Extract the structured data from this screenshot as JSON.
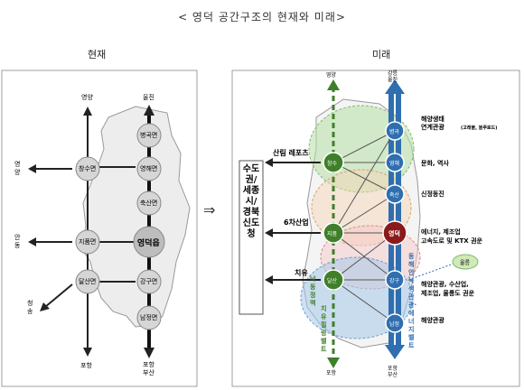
{
  "title": "< 영덕 공간구조의 현재와 미래>",
  "present": {
    "label": "현재",
    "nodes": {
      "byeonggok": "병곡면",
      "changsu": "창수면",
      "yeonghae": "영해면",
      "chuksan": "축산면",
      "jipum": "지품면",
      "yeongdeok": "영덕읍",
      "dalsan": "달산면",
      "ganggu": "강구면",
      "namjeong": "남정면"
    },
    "ends": {
      "yeongyang": "영양",
      "uljin": "울진",
      "yeongyang_w": "영\n양",
      "andong": "안\n동",
      "cheongsong": "청\n송",
      "pohang_l": "포항",
      "pohang_r": "포항\n부산"
    }
  },
  "arrow_mid": "⇒",
  "future": {
    "label": "미래",
    "vertical_box": "수도권/세종시/경북신도청",
    "top_labels": {
      "left": "영양",
      "right": "강릉\n울진"
    },
    "bottom_labels": {
      "left": "포항",
      "right": "포항\n부산"
    },
    "nodes": {
      "byeonggok": "병곡",
      "changsu": "창수",
      "yeonghae": "영해",
      "chuksan": "축산",
      "jipum": "지품",
      "yeongdeok": "영덕",
      "dalsan": "달산",
      "ganggu": "강구",
      "namjeong": "남정"
    },
    "left_labels": {
      "forest": "산림 레포츠",
      "sixth": "6차산업",
      "healing": "치유"
    },
    "lake": "낙동정맥",
    "belt_left": "치유힐링벨트",
    "belt_right": "동해안녹색관광·에너지벨트",
    "ulleung": "울릉",
    "right_labels": {
      "sea_ecology": "해양생태\n연계관광",
      "sea_ecology_sub": "(고래불, 블루로드)",
      "culture": "문화, 역사",
      "newtown": "신정동진",
      "energy": "에너지, 제조업\n고속도로 및 KTX 권운",
      "marine": "해양관광, 수산업,\n제조업, 울릉도 권운",
      "marine2": "해양관광"
    }
  }
}
